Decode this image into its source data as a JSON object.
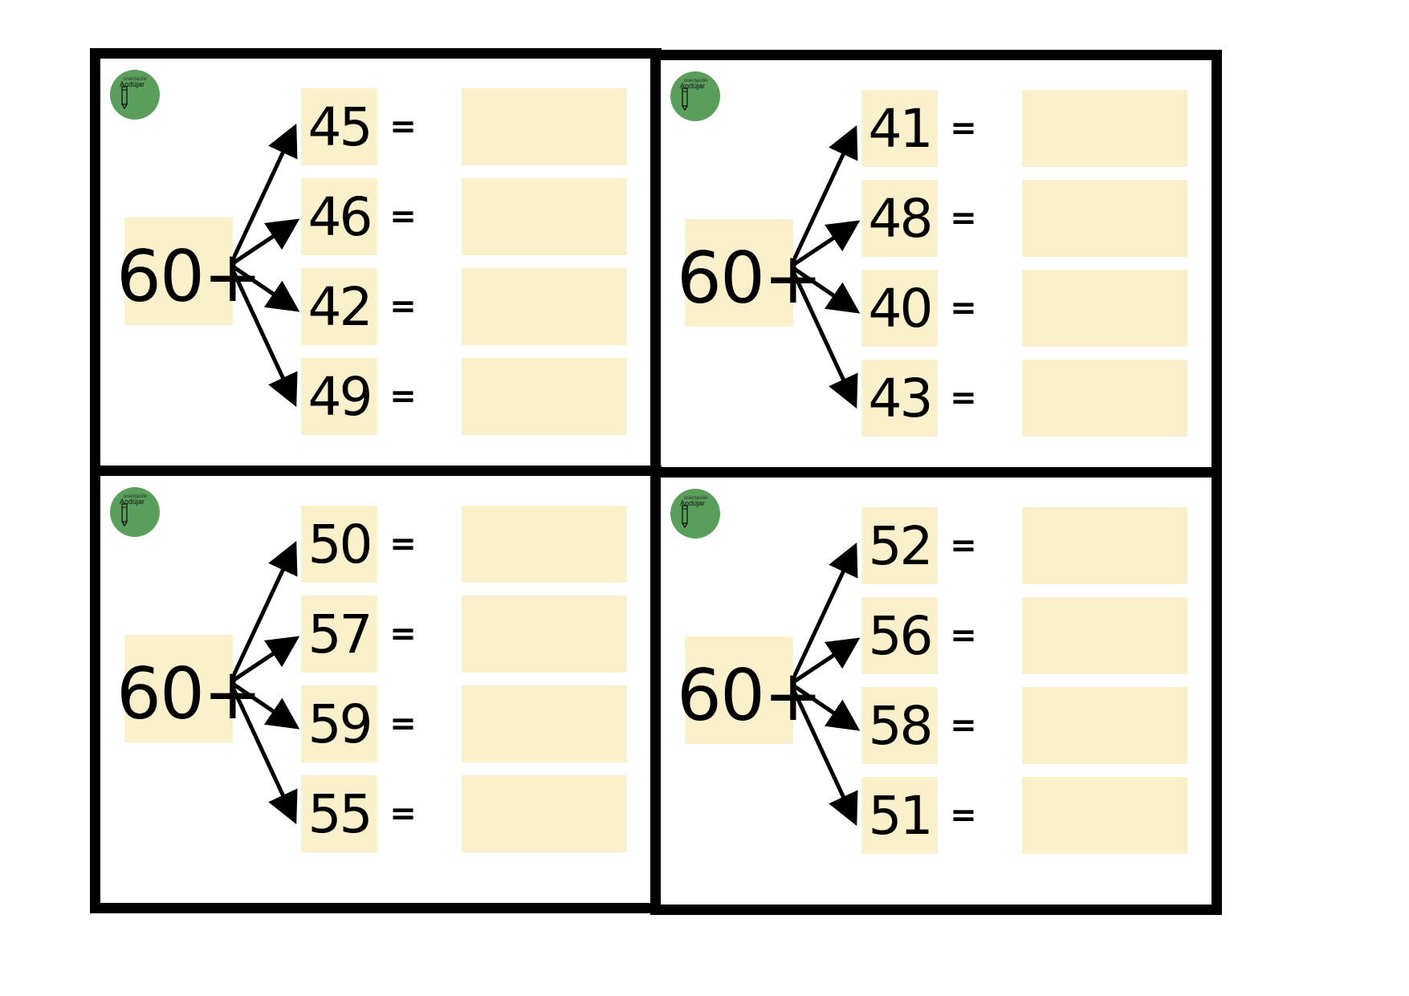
{
  "logo": {
    "text": "Andújar",
    "subtext": "orientación"
  },
  "cards": [
    {
      "base": "60+",
      "addends": [
        "45",
        "46",
        "42",
        "49"
      ],
      "equals": "="
    },
    {
      "base": "60+",
      "addends": [
        "41",
        "48",
        "40",
        "43"
      ],
      "equals": "="
    },
    {
      "base": "60+",
      "addends": [
        "50",
        "57",
        "59",
        "55"
      ],
      "equals": "="
    },
    {
      "base": "60+",
      "addends": [
        "52",
        "56",
        "58",
        "51"
      ],
      "equals": "="
    }
  ],
  "colors": {
    "box_fill": "#fbf0cc",
    "border": "#000000",
    "logo_green": "#5a9e5c"
  }
}
